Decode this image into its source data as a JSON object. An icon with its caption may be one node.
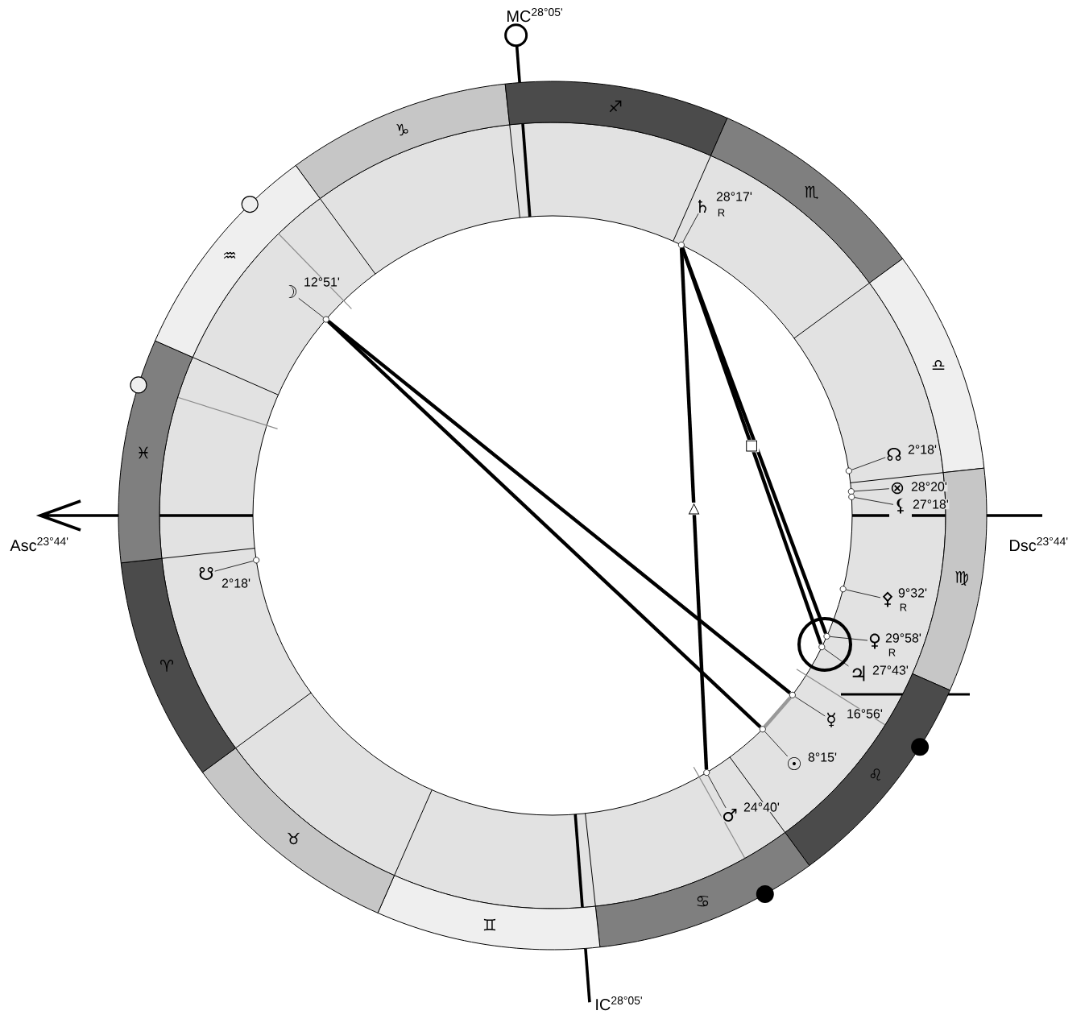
{
  "diagram": {
    "nodes": [
      {
        "text": [
          "♑"
        ]
      },
      {
        "text": [
          "♐"
        ]
      },
      {
        "text": [
          "♏"
        ]
      },
      {
        "text": [
          "♎"
        ]
      },
      {
        "text": [
          "♍"
        ]
      },
      {
        "text": [
          "♌"
        ]
      },
      {
        "text": [
          "♋"
        ]
      },
      {
        "text": [
          "♊"
        ]
      },
      {
        "text": [
          "♉"
        ]
      },
      {
        "text": [
          "♈"
        ]
      },
      {
        "text": [
          "♓"
        ]
      },
      {
        "text": [
          "♒"
        ]
      },
      {
        "text": [
          "♄",
          "28°17'",
          "R"
        ]
      },
      {
        "text": [
          "☽",
          "12°51'"
        ]
      },
      {
        "text": [
          "☊",
          "2°18'"
        ]
      },
      {
        "text": [
          "⊗",
          "28°20'"
        ]
      },
      {
        "text": [
          "⚸",
          "27°18'"
        ]
      },
      {
        "text": [
          "⚴",
          "9°32'",
          "R"
        ]
      },
      {
        "text": [
          "♀",
          "29°58'",
          "R"
        ]
      },
      {
        "text": [
          "♃",
          "27°43'"
        ]
      },
      {
        "text": [
          "☿",
          "16°56'"
        ]
      },
      {
        "text": [
          "☉",
          "8°15'"
        ]
      },
      {
        "text": [
          "♂",
          "24°40'"
        ]
      },
      {
        "text": [
          "☋",
          "2°18'"
        ]
      },
      {
        "text": [],
        "shape": "circle"
      },
      {
        "text": [],
        "shape": "circle"
      },
      {
        "text": [],
        "shape": "circle"
      },
      {
        "text": [],
        "shape": "circle"
      },
      {
        "text": [],
        "shape": "circle"
      },
      {
        "text": [],
        "shape": "circle"
      },
      {
        "text": [],
        "shape": "circle"
      },
      {
        "text": [],
        "shape": "circle"
      },
      {
        "text": [],
        "shape": "circle"
      },
      {
        "text": [],
        "shape": "circle"
      },
      {
        "text": [],
        "shape": "circle"
      },
      {
        "text": [],
        "shape": "circle"
      }
    ],
    "edges": [
      {
        "from": 12,
        "to": 24,
        "arrow": "none"
      },
      {
        "from": 13,
        "to": 25,
        "arrow": "none"
      },
      {
        "from": 14,
        "to": 26,
        "arrow": "none"
      },
      {
        "from": 15,
        "to": 27,
        "arrow": "none"
      },
      {
        "from": 16,
        "to": 28,
        "arrow": "none"
      },
      {
        "from": 17,
        "to": 29,
        "arrow": "none"
      },
      {
        "from": 18,
        "to": 30,
        "arrow": "none"
      },
      {
        "from": 19,
        "to": 31,
        "arrow": "none"
      },
      {
        "from": 20,
        "to": 32,
        "arrow": "none"
      },
      {
        "from": 21,
        "to": 33,
        "arrow": "none"
      },
      {
        "from": 22,
        "to": 34,
        "arrow": "none"
      },
      {
        "from": 23,
        "to": 35,
        "arrow": "none"
      },
      {
        "from": 24,
        "to": 34,
        "arrow": "none",
        "label": "△",
        "style": "thick"
      },
      {
        "from": 24,
        "to": 31,
        "arrow": "none",
        "label": "□",
        "style": "thick"
      },
      {
        "from": 24,
        "to": 30,
        "arrow": "none",
        "style": "thick"
      },
      {
        "from": 25,
        "to": 33,
        "arrow": "none",
        "style": "thick"
      },
      {
        "from": 25,
        "to": 32,
        "arrow": "none",
        "style": "thick"
      },
      {
        "from": 33,
        "to": 32,
        "arrow": "none",
        "style": "thick",
        "color": "#999999"
      }
    ],
    "labels": [
      "MC$^{28°05'}$",
      "Asc$^{23°44'}$",
      "Dsc$^{23°44'}$",
      "IC$^{28°05'}$"
    ]
  }
}
